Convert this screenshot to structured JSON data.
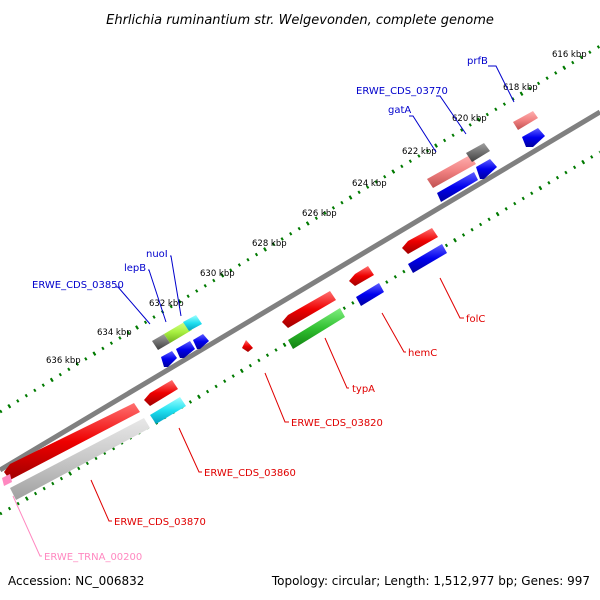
{
  "title": "Ehrlichia ruminantium str. Welgevonden, complete genome",
  "footer": {
    "accession": "Accession: NC_006832",
    "topology": "Topology: circular; Length: 1,512,977 bp; Genes: 997"
  },
  "colors": {
    "forward_label": "#0000cc",
    "reverse_label": "#e00000",
    "trna_label": "#ff88c0",
    "backbone": "#808080",
    "tick": "#007a00"
  },
  "kbp_ticks": [
    "616 kbp",
    "618 kbp",
    "620 kbp",
    "622 kbp",
    "624 kbp",
    "626 kbp",
    "628 kbp",
    "630 kbp",
    "632 kbp",
    "634 kbp",
    "636 kbp"
  ],
  "forward_genes": [
    "prfB",
    "ERWE_CDS_03770",
    "gatA",
    "nuoI",
    "lepB",
    "ERWE_CDS_03850"
  ],
  "reverse_genes": [
    "folC",
    "hemC",
    "typA",
    "ERWE_CDS_03820",
    "ERWE_CDS_03860",
    "ERWE_CDS_03870",
    "ERWE_TRNA_00200"
  ]
}
